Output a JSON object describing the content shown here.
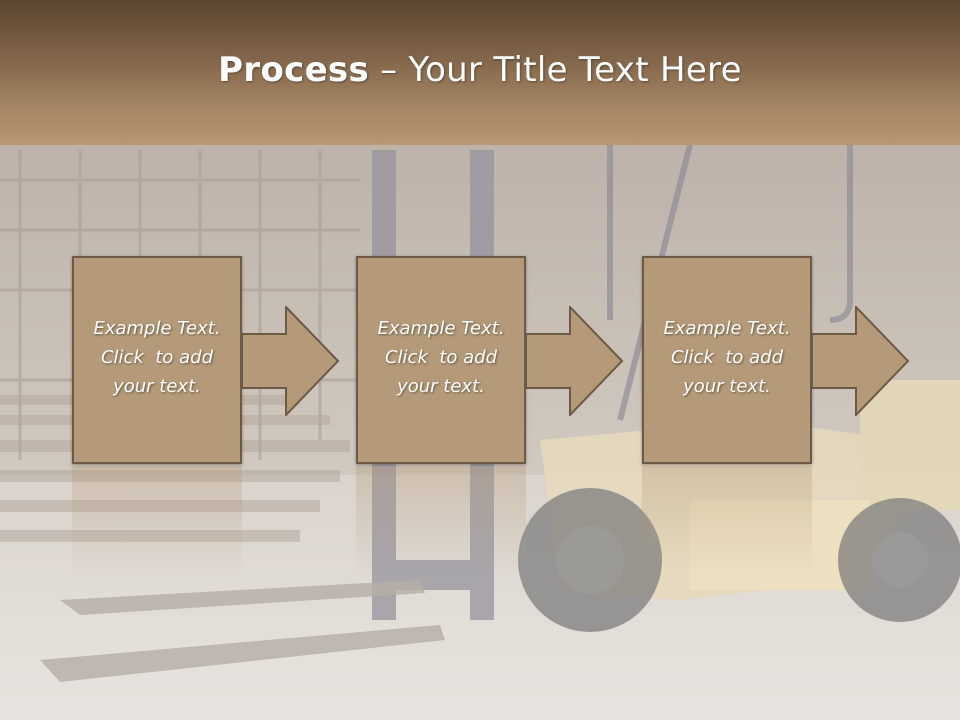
{
  "slide": {
    "title_bold": "Process",
    "title_rest": " – Your Title Text Here",
    "steps": [
      {
        "line1": "Example Text.",
        "line2": "Click  to add",
        "line3": "your text."
      },
      {
        "line1": "Example Text.",
        "line2": "Click  to add",
        "line3": "your text."
      },
      {
        "line1": "Example Text.",
        "line2": "Click  to add",
        "line3": "your text."
      }
    ]
  },
  "colors": {
    "title_bar_top": "#5a4530",
    "title_bar_bottom": "#b89873",
    "box_fill": "#b49a78",
    "box_border": "#6c5a48",
    "text": "#ffffff"
  },
  "background_image": {
    "icon": "forklift-warehouse-photo"
  }
}
